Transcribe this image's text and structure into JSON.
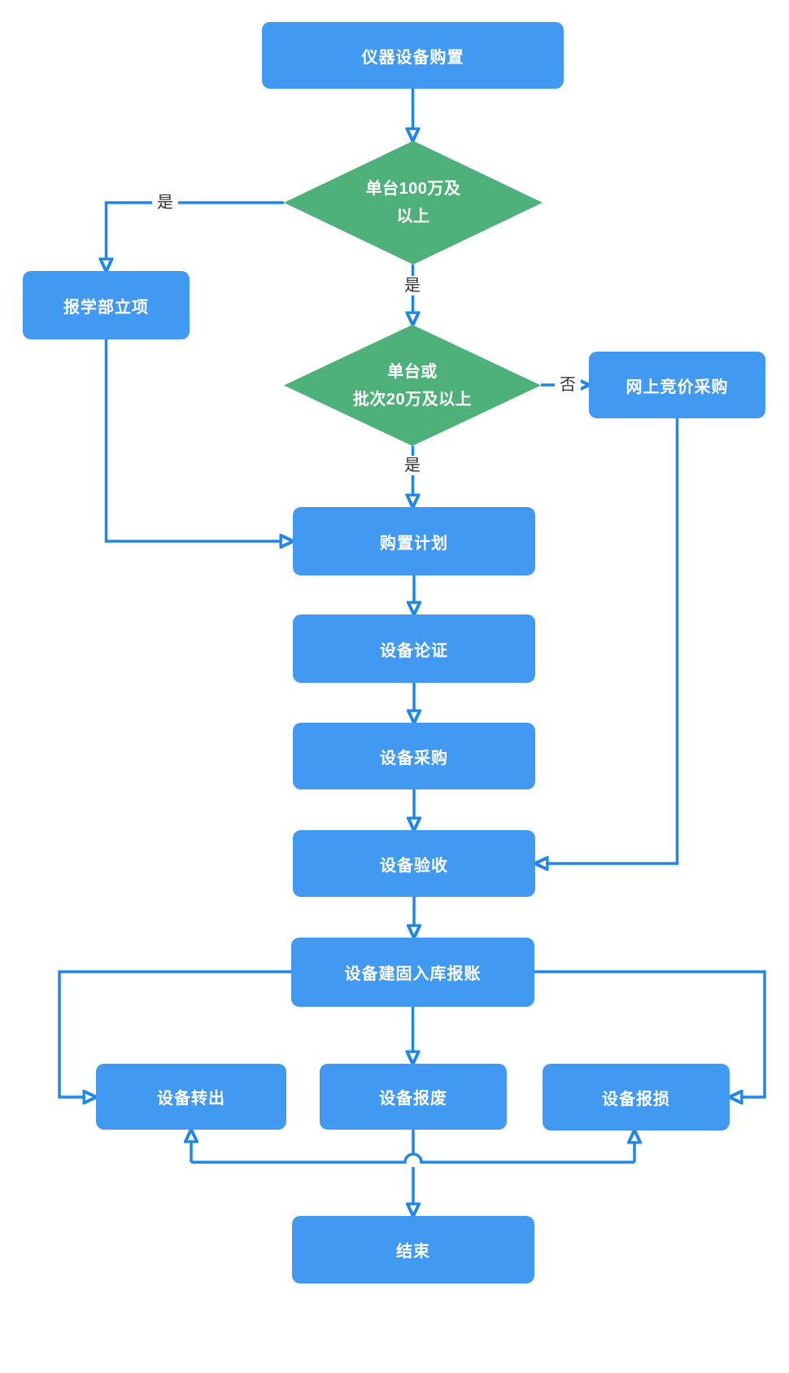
{
  "diagram": {
    "nodes": {
      "instrument_purchase": {
        "label": "仪器设备购置"
      },
      "decision_100w": {
        "lines": [
          "单台100万及",
          "以上"
        ]
      },
      "department_project": {
        "label": "报学部立项"
      },
      "decision_20w": {
        "lines": [
          "单台或",
          "批次20万及以上"
        ]
      },
      "online_bidding": {
        "label": "网上竞价采购"
      },
      "purchase_plan": {
        "label": "购置计划"
      },
      "equipment_review": {
        "label": "设备论证"
      },
      "equipment_procurement": {
        "label": "设备采购"
      },
      "equipment_acceptance": {
        "label": "设备验收"
      },
      "equipment_registration": {
        "label": "设备建固入库报账"
      },
      "equipment_transfer": {
        "label": "设备转出"
      },
      "equipment_scrap": {
        "label": "设备报废"
      },
      "equipment_damage": {
        "label": "设备报损"
      },
      "end": {
        "label": "结束"
      }
    },
    "edge_labels": {
      "yes_left": "是",
      "yes_mid_1": "是",
      "yes_mid_2": "是",
      "no_right": "否"
    },
    "colors": {
      "process_fill": "#4299f1",
      "decision_fill": "#4fb17a",
      "connector": "#1e87e9",
      "edge_label_text": "#333333",
      "node_text": "#ffffff",
      "background": "#ffffff"
    }
  }
}
